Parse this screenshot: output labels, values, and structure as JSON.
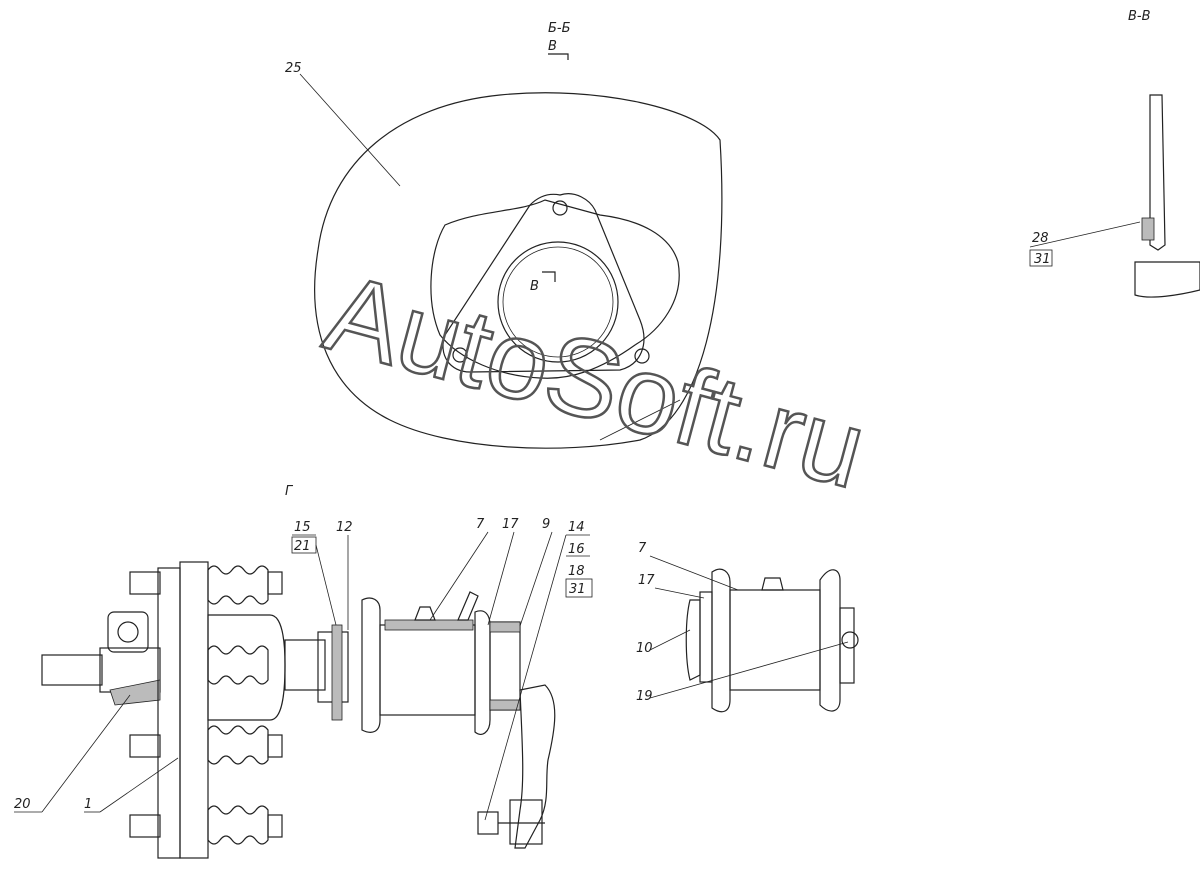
{
  "section_titles": {
    "bb": "Б-Б",
    "vv": "В-В",
    "g": "Г"
  },
  "cut_marks": {
    "top": "В",
    "center": "В"
  },
  "labels": {
    "l25": "25",
    "l28": "28",
    "l31a": "31",
    "l15": "15",
    "l21": "21",
    "l12": "12",
    "l7a": "7",
    "l17a": "17",
    "l9": "9",
    "l14": "14",
    "l16": "16",
    "l18": "18",
    "l31b": "31",
    "l7b": "7",
    "l17b": "17",
    "l10": "10",
    "l19": "19",
    "l20": "20",
    "l1": "1"
  },
  "watermark": "AutoSoft.ru"
}
